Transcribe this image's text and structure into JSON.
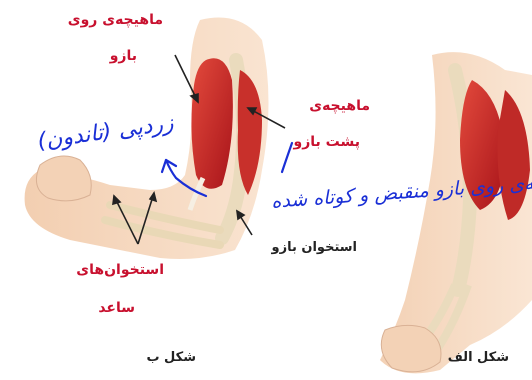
{
  "labels": {
    "biceps_line1": "ماهیچه‌ی روی",
    "biceps_line2": "بازو",
    "triceps_line1": "ماهیچه‌ی",
    "triceps_line2": "پشت بازو",
    "humerus": "استخوان بازو",
    "forearm_line1": "استخوان‌های",
    "forearm_line2": "ساعد",
    "caption_b": "شکل ب",
    "caption_a": "شکل الف"
  },
  "annotations": {
    "note_left": "زردپی (تاندون)",
    "note_right": "ماهیچه‌ی روی بازو منقبض و کوتاه شده"
  },
  "colors": {
    "label_red": "#c8102e",
    "ink_blue": "#1a2fd6",
    "muscle": "#d12a2a",
    "bone": "#f2e2c4",
    "skin": "#f4d3b8"
  }
}
